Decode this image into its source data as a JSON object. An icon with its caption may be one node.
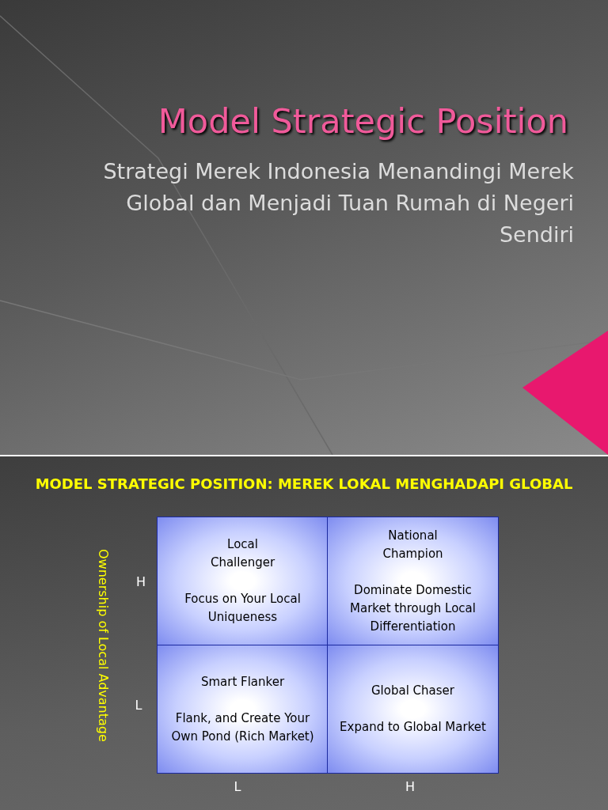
{
  "diagram": {
    "title": "Model Strategic Position",
    "nodes": [
      {
        "text": [
          "Local Challenger",
          "Focus on Your Local Uniqueness"
        ]
      },
      {
        "text": [
          "National Champion",
          "Dominate Domestic Market through Local Differentiation"
        ]
      },
      {
        "text": [
          "Smart Flanker",
          "Flank, and Create Your Own Pond (Rich Market)"
        ]
      },
      {
        "text": [
          "Global Chaser",
          "Expand to Global Market"
        ]
      }
    ],
    "labels": [
      "Strategi Merek Indonesia Menandingi Merek Global dan Menjadi Tuan Rumah di Negeri Sendiri",
      "MODEL STRATEGIC POSITION: MEREK LOKAL MENGHADAPI GLOBAL",
      "Ownership of Local Advantage",
      "H",
      "L",
      "L",
      "H"
    ]
  }
}
